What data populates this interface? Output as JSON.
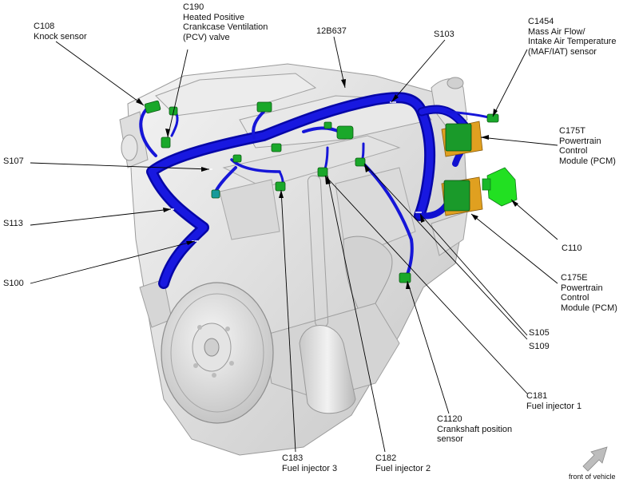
{
  "callouts": {
    "c108": {
      "code": "C108",
      "desc": [
        "Knock sensor"
      ]
    },
    "c190": {
      "code": "C190",
      "desc": [
        "Heated Positive",
        "Crankcase Ventilation",
        "(PCV) valve"
      ]
    },
    "h12b637": {
      "code": "12B637",
      "desc": []
    },
    "s103": {
      "code": "S103",
      "desc": []
    },
    "c1454": {
      "code": "C1454",
      "desc": [
        "Mass Air Flow/",
        "Intake Air Temperature",
        "(MAF/IAT) sensor"
      ]
    },
    "c175t": {
      "code": "C175T",
      "desc": [
        "Powertrain",
        "Control",
        "Module (PCM)"
      ]
    },
    "s107": {
      "code": "S107",
      "desc": []
    },
    "s113": {
      "code": "S113",
      "desc": []
    },
    "c110": {
      "code": "C110",
      "desc": []
    },
    "s100": {
      "code": "S100",
      "desc": []
    },
    "c175e": {
      "code": "C175E",
      "desc": [
        "Powertrain",
        "Control",
        "Module (PCM)"
      ]
    },
    "s105": {
      "code": "S105",
      "desc": []
    },
    "s109": {
      "code": "S109",
      "desc": []
    },
    "c181": {
      "code": "C181",
      "desc": [
        "Fuel injector 1"
      ]
    },
    "c1120": {
      "code": "C1120",
      "desc": [
        "Crankshaft position",
        "sensor"
      ]
    },
    "c183": {
      "code": "C183",
      "desc": [
        "Fuel injector 3"
      ]
    },
    "c182": {
      "code": "C182",
      "desc": [
        "Fuel injector 2"
      ]
    }
  },
  "orientation": {
    "label": "front of vehicle"
  },
  "colors": {
    "harness": "#1010d8",
    "harness_dark": "#05059a",
    "connector": "#1aa82a",
    "connector_light": "#22e022",
    "pcm_housing": "#e0a020",
    "engine": "#dcdcdc"
  }
}
